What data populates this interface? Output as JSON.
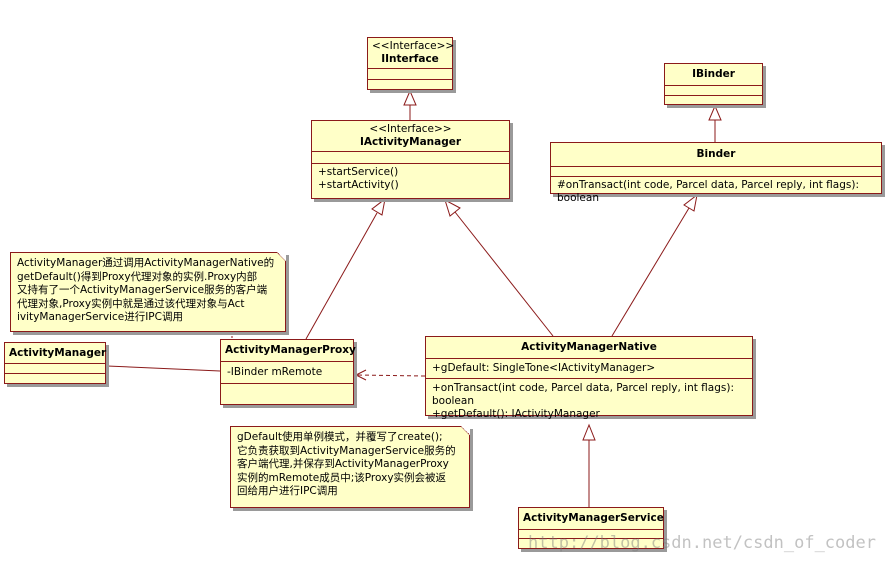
{
  "classes": {
    "iinterface": {
      "stereotype": "<<Interface>>",
      "name": "IInterface"
    },
    "iactivitymanager": {
      "stereotype": "<<Interface>>",
      "name": "IActivityManager",
      "methods": [
        "+startService()",
        "+startActivity()"
      ]
    },
    "ibinder": {
      "name": "IBinder"
    },
    "binder": {
      "name": "Binder",
      "methods": [
        "#onTransact(int code, Parcel data, Parcel reply, int flags): boolean"
      ]
    },
    "activitymanager": {
      "name": "ActivityManager"
    },
    "activitymanagerproxy": {
      "name": "ActivityManagerProxy",
      "attributes": [
        "-IBinder mRemote"
      ]
    },
    "activitymanagernative": {
      "name": "ActivityManagerNative",
      "attributes": [
        "+gDefault: SingleTone<IActivityManager>"
      ],
      "methods": [
        "+onTransact(int code, Parcel data, Parcel reply, int flags): boolean",
        "+getDefault(): IActivityManager"
      ]
    },
    "activitymanagerservice": {
      "name": "ActivityManagerService"
    }
  },
  "notes": {
    "note1": [
      "ActivityManager通过调用ActivityManagerNative的",
      "getDefault()得到Proxy代理对象的实例.Proxy内部",
      "又持有了一个ActivityManagerService服务的客户端",
      "代理对象,Proxy实例中就是通过该代理对象与Act",
      "ivityManagerService进行IPC调用"
    ],
    "note2": [
      "gDefault使用单例模式，并覆写了create();",
      "它负责获取到ActivityManagerService服务的",
      "客户端代理,并保存到ActivityManagerProxy",
      "实例的mRemote成员中;该Proxy实例会被返",
      "回给用户进行IPC调用"
    ]
  },
  "watermark": "http://blog.csdn.net/csdn_of_coder",
  "colors": {
    "box_fill": "#ffffc8",
    "box_border": "#8b1a1a",
    "shadow": "#9a9a9a"
  }
}
